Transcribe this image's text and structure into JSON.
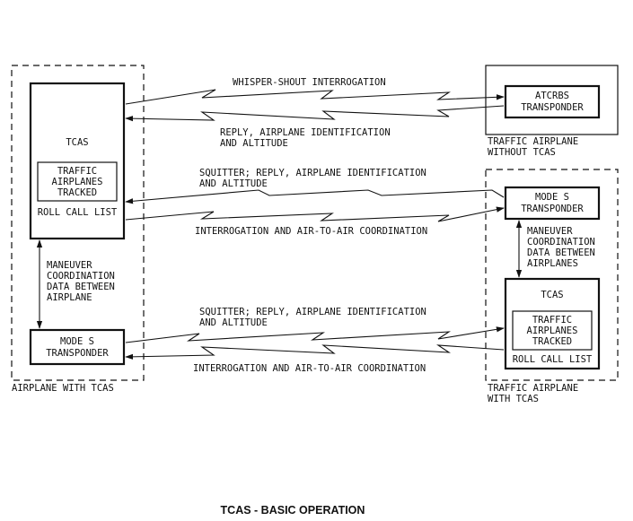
{
  "title": "TCAS - BASIC OPERATION",
  "regions": {
    "own_airplane": "AIRPLANE WITH TCAS",
    "traffic_no_tcas": [
      "TRAFFIC AIRPLANE",
      "WITHOUT TCAS"
    ],
    "traffic_with_tcas": [
      "TRAFFIC AIRPLANE",
      "WITH TCAS"
    ]
  },
  "own_tcas": {
    "title": "TCAS",
    "tracked": [
      "TRAFFIC",
      "AIRPLANES",
      "TRACKED"
    ],
    "roll_call": "ROLL CALL LIST"
  },
  "own_transponder": [
    "MODE S",
    "TRANSPONDER"
  ],
  "own_maneuver": [
    "MANEUVER",
    "COORDINATION",
    "DATA BETWEEN",
    "AIRPLANE"
  ],
  "atcrbs": [
    "ATCRBS",
    "TRANSPONDER"
  ],
  "traffic_transponder": [
    "MODE S",
    "TRANSPONDER"
  ],
  "traffic_maneuver": [
    "MANEUVER",
    "COORDINATION",
    "DATA BETWEEN",
    "AIRPLANES"
  ],
  "traffic_tcas": {
    "title": "TCAS",
    "tracked": [
      "TRAFFIC",
      "AIRPLANES",
      "TRACKED"
    ],
    "roll_call": "ROLL CALL LIST"
  },
  "signals": {
    "whisper_shout": "WHISPER-SHOUT INTERROGATION",
    "reply_atcrbs": [
      "REPLY, AIRPLANE IDENTIFICATION",
      "AND ALTITUDE"
    ],
    "squitter_upper": [
      "SQUITTER; REPLY, AIRPLANE IDENTIFICATION",
      "AND ALTITUDE"
    ],
    "interrogation_upper": "INTERROGATION AND AIR-TO-AIR COORDINATION",
    "squitter_lower": [
      "SQUITTER; REPLY, AIRPLANE IDENTIFICATION",
      "AND ALTITUDE"
    ],
    "interrogation_lower": "INTERROGATION AND AIR-TO-AIR COORDINATION"
  }
}
